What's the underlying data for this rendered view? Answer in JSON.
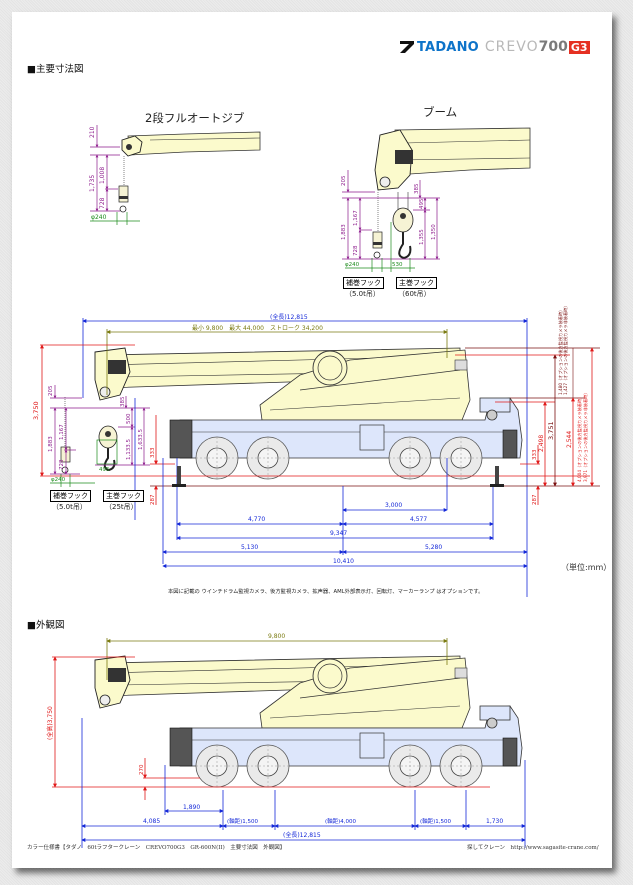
{
  "header": {
    "brand": "TADANO",
    "model_word": "CREVO",
    "model_number": "700",
    "model_suffix": "G3",
    "section_main_dims": "■主要寸法図",
    "section_exterior": "■外観図"
  },
  "jib_detail": {
    "title": "2段フルオートジブ",
    "dims": [
      "210",
      "1,735",
      "1,008",
      "728",
      "φ240"
    ]
  },
  "boom_detail": {
    "title": "ブーム",
    "dims": [
      "205",
      "385",
      "1,883",
      "1,167",
      "728",
      "495",
      "1,355",
      "1,350",
      "φ240",
      "530"
    ],
    "aux_hook_label": "補巻フック",
    "aux_hook_capacity": "（5.0t吊）",
    "main_hook_label": "主巻フック",
    "main_hook_capacity": "（60t吊）"
  },
  "side_view": {
    "overall_length": "(全長)12,815",
    "boom_length": "最小 9,800　最大 44,000　ストローク 34,200",
    "left_dims": [
      "3,750",
      "205",
      "1,883",
      "1,167",
      "728",
      "385",
      "500",
      "1,133.5",
      "1,633.5",
      "495",
      "φ240",
      "333",
      "287"
    ],
    "right_dims": [
      "3,751",
      "2,498",
      "333",
      "287",
      "2,544"
    ],
    "right_notes": [
      "1,480（オプションの後方監視カメラ装着時）",
      "1,427（オプションの後方監視カメラ非装着時）",
      "4,004（オプションの後方監視カメラ装着時）",
      "3,971（オプションの後方監視カメラ非装着時）"
    ],
    "aux_hook_label": "補巻フック",
    "aux_hook_capacity": "（5.0t吊）",
    "main_hook_label": "主巻フック",
    "main_hook_capacity": "（25t吊）",
    "bottom_dims": {
      "d3000": "3,000",
      "d4770": "4,770",
      "d4577": "4,577",
      "d9347": "9,347",
      "d5130": "5,130",
      "d5280": "5,280",
      "d10410": "10,410"
    },
    "unit": "（単位:mm）",
    "option_note": "本図に記載の ウインチドラム監視カメラ、後方監視カメラ、拡声器、AML外部表示灯、回転灯、マーカーランプ はオプションです。"
  },
  "exterior_view": {
    "boom_length": "9,800",
    "height": "(全高)3,750",
    "ground_clearance": "270",
    "bottom_dims": {
      "d1890": "1,890",
      "d4085": "4,085",
      "wb1": "(軸距)1,500",
      "wb2": "(軸距)4,000",
      "wb3": "(軸距)1,500",
      "d1730": "1,730",
      "overall": "(全長)12,815"
    }
  },
  "footer": {
    "left": "カラー仕様書【タダノ　60tラフタークレーン　CREVO700G3　GR-600N(II)　主要寸法図　外観図】",
    "right": "探してクレーン　http://www.sagasite-crane.com/"
  },
  "colors": {
    "brand_blue": "#0d73c9",
    "brand_red": "#e53022",
    "boom_fill": "#fbfacc",
    "carrier_fill": "#dde6fb",
    "dim_blue": "#1428d8",
    "dim_red": "#e01818",
    "dim_purple": "#8c1a8c",
    "dim_olive": "#7a7a10",
    "dim_green": "#1c8c1c"
  }
}
